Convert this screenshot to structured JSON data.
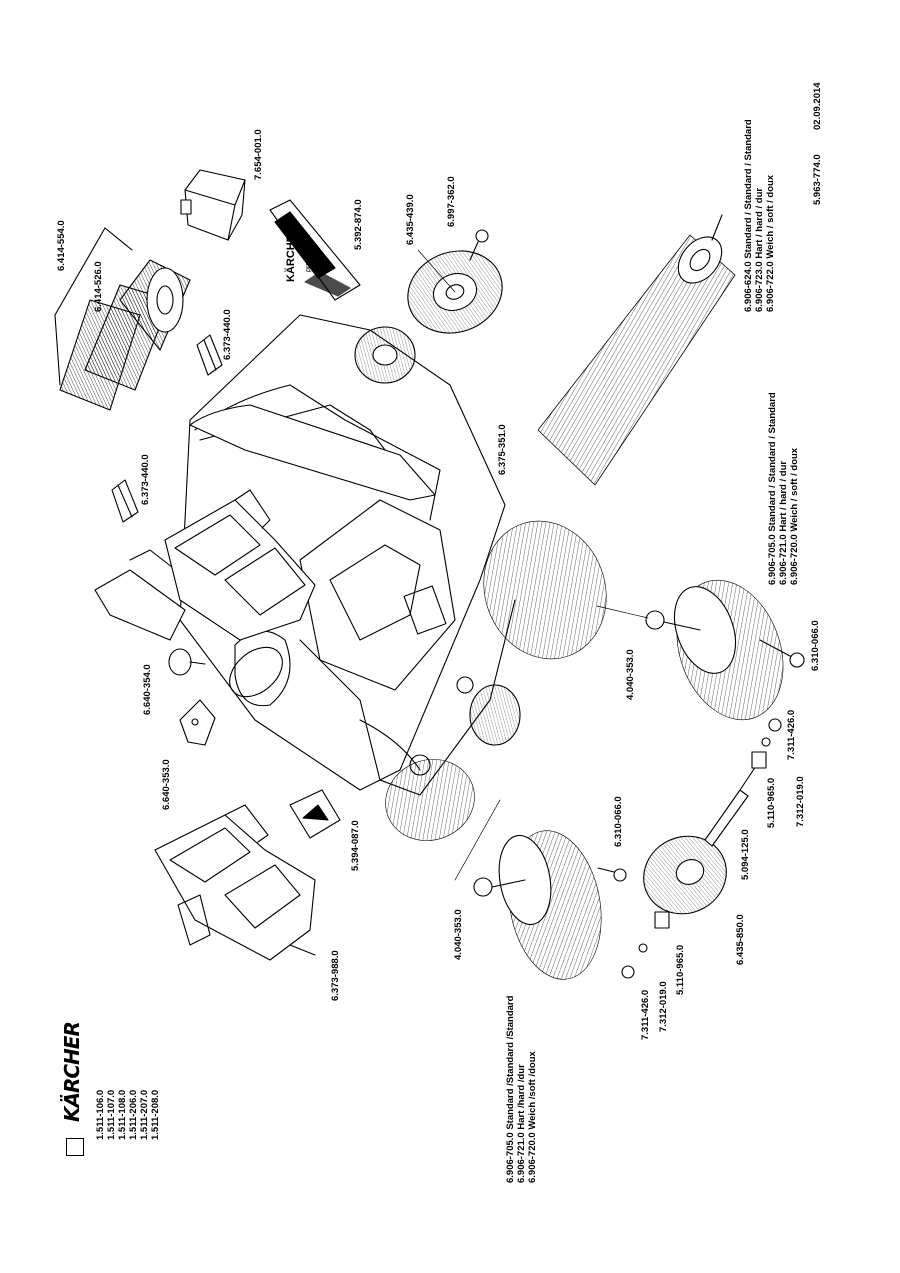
{
  "header": {
    "brand": "KÄRCHER",
    "models": [
      "1.511-106.0",
      "1.511-107.0",
      "1.511-108.0",
      "1.511-206.0",
      "1.511-207.0",
      "1.511-208.0"
    ]
  },
  "footer": {
    "doc_number": "5.963-774.0",
    "date": "02.09.2014"
  },
  "decal_text": {
    "brand": "KÄRCHER",
    "sub": "professional"
  },
  "parts": {
    "p_7654001": "7.654-001.0",
    "p_6414554": "6.414-554.0",
    "p_6414526": "6.414-526.0",
    "p_5392874": "5.392-874.0",
    "p_6435439": "6.435-439.0",
    "p_6997362": "6.997-362.0",
    "p_6373440a": "6.373-440.0",
    "p_6373440b": "6.373-440.0",
    "p_6375351": "6.375-351.0",
    "p_6640354": "6.640-354.0",
    "p_6640353": "6.640-353.0",
    "p_5394087": "5.394-087.0",
    "p_6373988": "6.373-988.0",
    "p_4040353a": "4.040-353.0",
    "p_4040353b": "4.040-353.0",
    "p_6310066a": "6.310-066.0",
    "p_6310066b": "6.310-066.0",
    "p_7311426a": "7.311-426.0",
    "p_7311426b": "7.311-426.0",
    "p_7312019a": "7.312-019.0",
    "p_7312019b": "7.312-019.0",
    "p_5110965a": "5.110-965.0",
    "p_5110965b": "5.110-965.0",
    "p_6435850": "6.435-850.0",
    "p_5094125": "5.094-125.0"
  },
  "brush_main": [
    "6.906-624.0 Standard / Standard / Standard",
    "6.906-723.0 Hart / hard / dur",
    "6.906-722.0 Weich / soft / doux"
  ],
  "brush_side_right": [
    "6.906-705.0 Standard / Standard / Standard",
    "6.906-721.0 Hart / hard / dur",
    "6.906-720.0 Weich / soft / doux"
  ],
  "brush_side_left": [
    "6.906-705.0 Standard /Standard /Standard",
    "6.906-721.0 Hart /hard /dur",
    "6.906-720.0 Weich /soft /doux"
  ]
}
